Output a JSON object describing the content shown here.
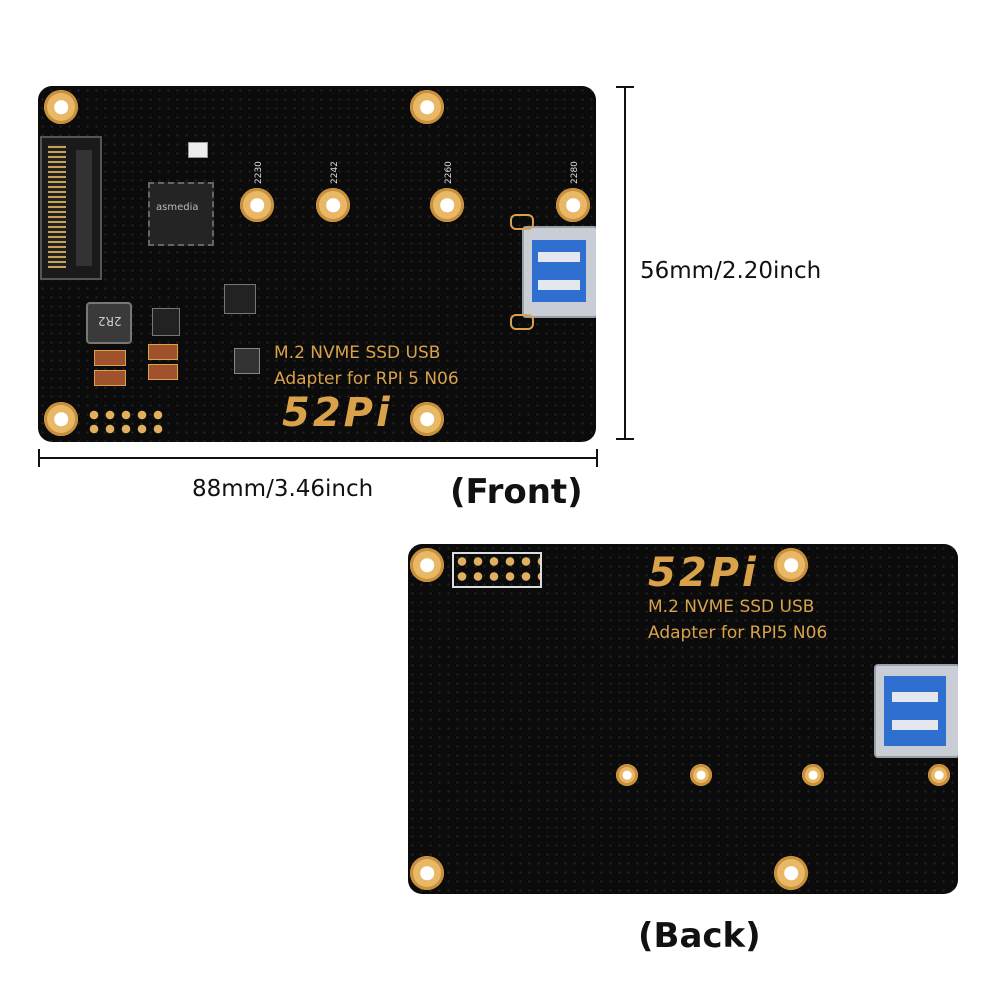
{
  "dimensions": {
    "height_label": "56mm/2.20inch",
    "width_label": "88mm/3.46inch"
  },
  "front": {
    "view_label": "(Front)",
    "title_line1": "M.2 NVME SSD USB",
    "title_line2": "Adapter for RPI 5 N06",
    "brand": "52Pi",
    "chip_label": "asmedia",
    "inductor_label": "2R2",
    "mount_positions": [
      "2230",
      "2242",
      "2260",
      "2280"
    ]
  },
  "back": {
    "view_label": "(Back)",
    "title_line1": "M.2 NVME SSD USB",
    "title_line2": "Adapter for RPI5 N06",
    "brand": "52Pi"
  },
  "colors": {
    "pcb": "#0b0b0b",
    "silkscreen": "#d9a24a",
    "gold_pad": "#e8b866",
    "usb_blue": "#2f6fd0"
  }
}
